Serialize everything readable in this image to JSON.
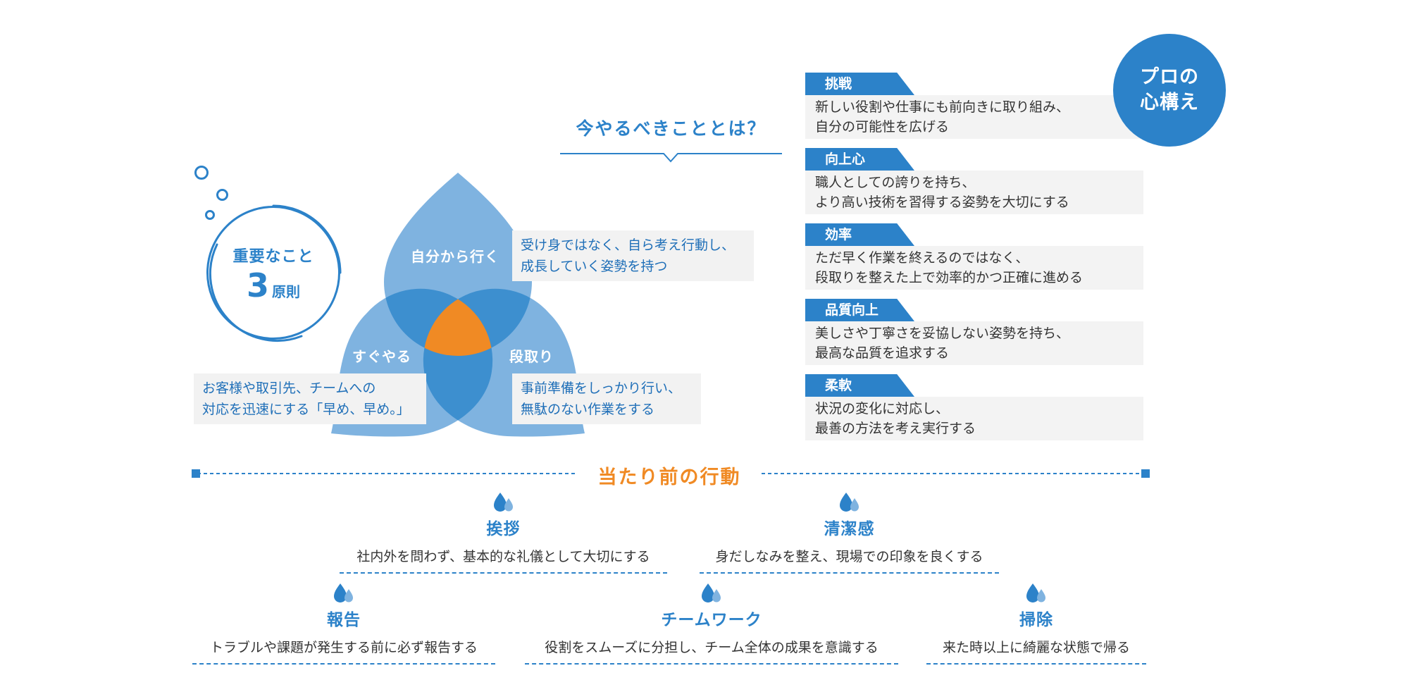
{
  "colors": {
    "accent_blue": "#2c82c9",
    "petal_light_blue": "#7fb3e0",
    "petal_overlap_blue": "#3d8fcf",
    "center_orange": "#f08a24",
    "section_orange": "#f08a24",
    "note_bg": "#f2f2f2"
  },
  "badge": {
    "line1": "重要なこと",
    "number": "3",
    "unit": "原則"
  },
  "now_heading": "今やるべきこととは？",
  "petals": {
    "top": {
      "label": "自分から行く",
      "note": [
        "受け身ではなく、自ら考え行動し、",
        "成長していく姿勢を持つ"
      ]
    },
    "left": {
      "label": "すぐやる",
      "note": [
        "お客様や取引先、チームへの",
        "対応を迅速にする「早め、早め。」"
      ]
    },
    "right": {
      "label": "段取り",
      "note": [
        "事前準備をしっかり行い、",
        "無駄のない作業をする"
      ]
    }
  },
  "pro_circle": [
    "プロの",
    "心構え"
  ],
  "pro_items": [
    {
      "tag": "挑戦",
      "lines": [
        "新しい役割や仕事にも前向きに取り組み、",
        "自分の可能性を広げる"
      ]
    },
    {
      "tag": "向上心",
      "lines": [
        "職人としての誇りを持ち、",
        "より高い技術を習得する姿勢を大切にする"
      ]
    },
    {
      "tag": "効率",
      "lines": [
        "ただ早く作業を終えるのではなく、",
        "段取りを整えた上で効率的かつ正確に進める"
      ]
    },
    {
      "tag": "品質向上",
      "lines": [
        "美しさや丁寧さを妥協しない姿勢を持ち、",
        "最高な品質を追求する"
      ]
    },
    {
      "tag": "柔軟",
      "lines": [
        "状況の変化に対応し、",
        "最善の方法を考え実行する"
      ]
    }
  ],
  "behaviors_title": "当たり前の行動",
  "behaviors": [
    {
      "icon": "water-drops-icon",
      "title": "挨拶",
      "desc": "社内外を問わず、基本的な礼儀として大切にする"
    },
    {
      "icon": "water-drops-icon",
      "title": "清潔感",
      "desc": "身だしなみを整え、現場での印象を良くする"
    },
    {
      "icon": "water-drops-icon",
      "title": "報告",
      "desc": "トラブルや課題が発生する前に必ず報告する"
    },
    {
      "icon": "water-drops-icon",
      "title": "チームワーク",
      "desc": "役割をスムーズに分担し、チーム全体の成果を意識する"
    },
    {
      "icon": "water-drops-icon",
      "title": "掃除",
      "desc": "来た時以上に綺麗な状態で帰る"
    }
  ]
}
